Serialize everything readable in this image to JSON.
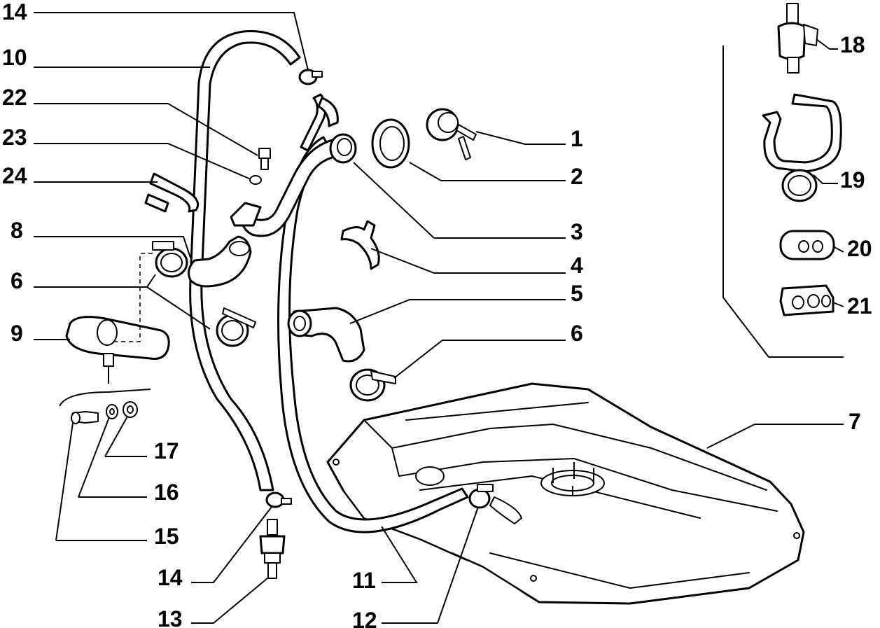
{
  "callouts": [
    {
      "id": "c1",
      "text": "1"
    },
    {
      "id": "c2",
      "text": "2"
    },
    {
      "id": "c3",
      "text": "3"
    },
    {
      "id": "c4",
      "text": "4"
    },
    {
      "id": "c5",
      "text": "5"
    },
    {
      "id": "c6a",
      "text": "6"
    },
    {
      "id": "c6b",
      "text": "6"
    },
    {
      "id": "c7",
      "text": "7"
    },
    {
      "id": "c8",
      "text": "8"
    },
    {
      "id": "c9",
      "text": "9"
    },
    {
      "id": "c10",
      "text": "10"
    },
    {
      "id": "c11",
      "text": "11"
    },
    {
      "id": "c12",
      "text": "12"
    },
    {
      "id": "c13",
      "text": "13"
    },
    {
      "id": "c14a",
      "text": "14"
    },
    {
      "id": "c14b",
      "text": "14"
    },
    {
      "id": "c15",
      "text": "15"
    },
    {
      "id": "c16",
      "text": "16"
    },
    {
      "id": "c17",
      "text": "17"
    },
    {
      "id": "c18",
      "text": "18"
    },
    {
      "id": "c19",
      "text": "19"
    },
    {
      "id": "c20",
      "text": "20"
    },
    {
      "id": "c21",
      "text": "21"
    },
    {
      "id": "c22",
      "text": "22"
    },
    {
      "id": "c23",
      "text": "23"
    },
    {
      "id": "c24",
      "text": "24"
    }
  ]
}
